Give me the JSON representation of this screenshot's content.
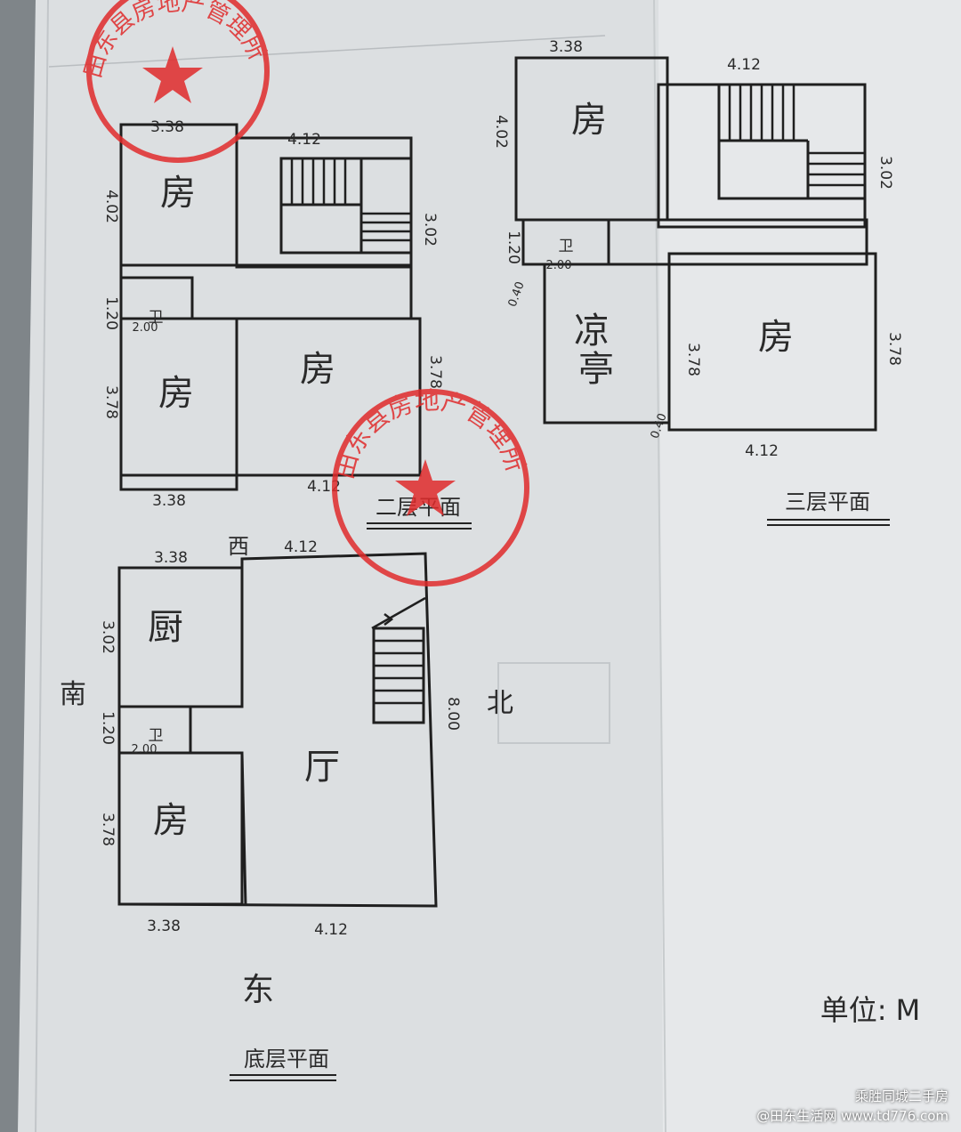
{
  "stamp_text": "田东县房地产管理所",
  "rooms": {
    "fang": "房",
    "wei": "卫",
    "chu": "厨",
    "ting": "厅",
    "liangting_1": "凉",
    "liangting_2": "亭"
  },
  "titles": {
    "floor1": "底层平面",
    "floor2": "二层平面",
    "floor3": "三层平面"
  },
  "directions": {
    "west": "西",
    "east": "东",
    "south": "南",
    "north": "北"
  },
  "dims": {
    "d338": "3.38",
    "d412": "4.12",
    "d402": "4.02",
    "d302": "3.02",
    "d120": "1.20",
    "d200": "2.00",
    "d378": "3.78",
    "d800": "8.00",
    "d040": "0.40"
  },
  "unit": "单位: M",
  "watermark": {
    "line1": "乘胜同城二手房",
    "line2": "@田东生活网 www.td776.com"
  }
}
